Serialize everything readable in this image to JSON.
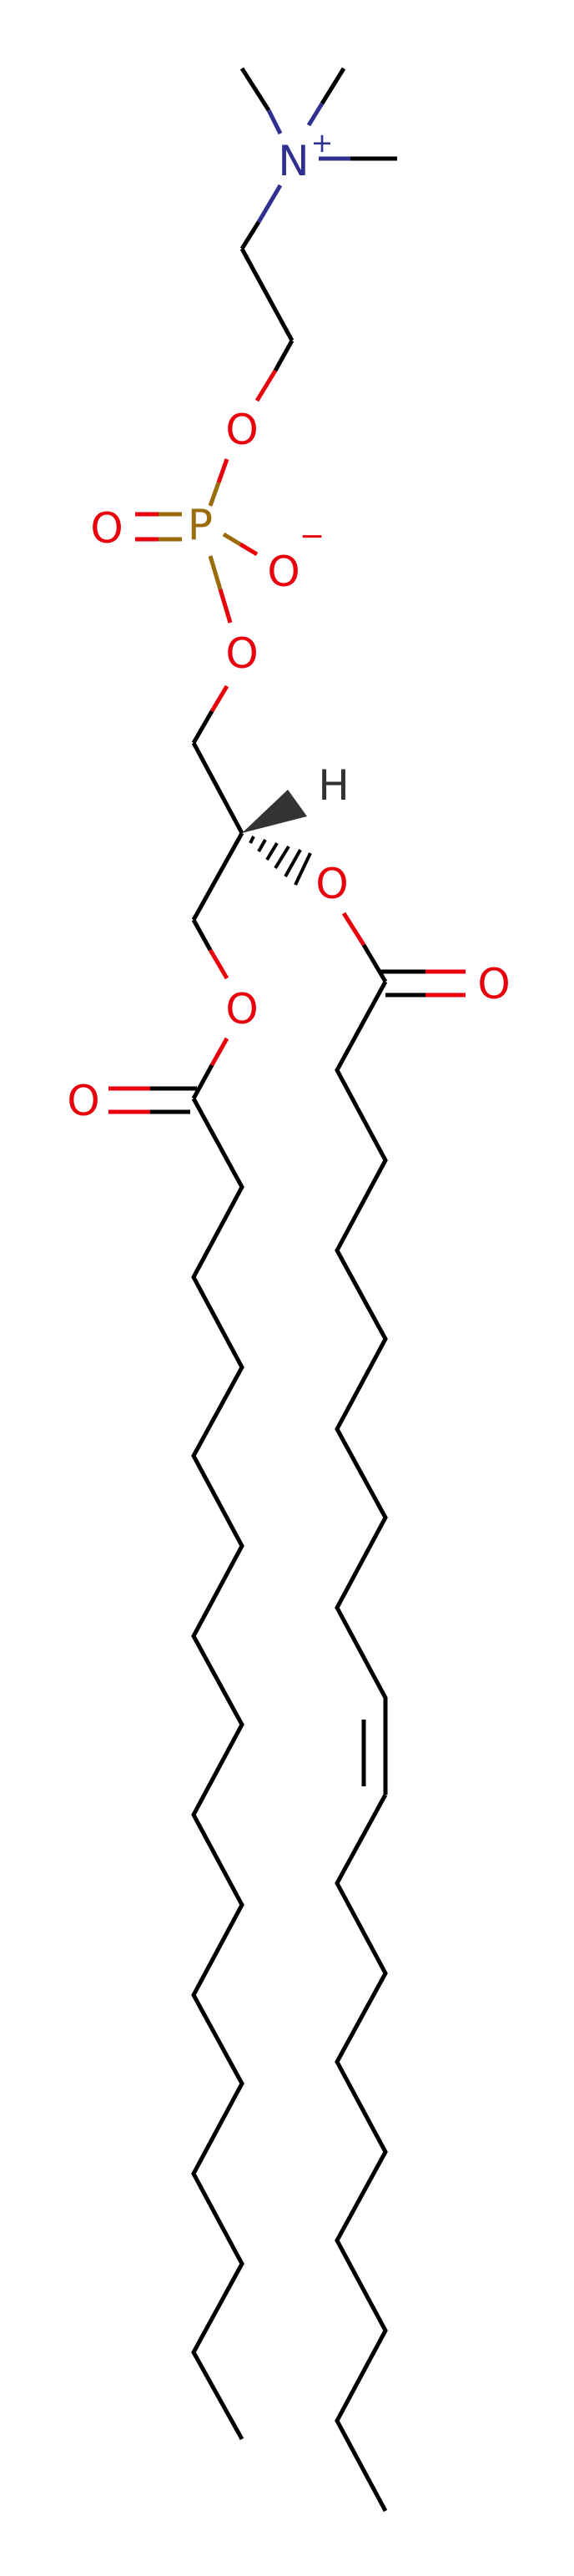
{
  "diagram": {
    "type": "skeletal-structure",
    "colors": {
      "carbon": "#000000",
      "oxygen": "#e8000b",
      "nitrogen": "#303090",
      "phosphorus": "#9a6b0a",
      "hydrogen": "#333333"
    },
    "labels": {
      "n": "N",
      "n_charge": "+",
      "p": "P",
      "p_o_double": "O",
      "o_minus": "O",
      "o_minus_charge": "−",
      "o_phos_top": "O",
      "o_phos_bottom": "O",
      "h": "H",
      "o_sn2": "O",
      "o_sn2_carbonyl": "O",
      "o_sn1": "O",
      "o_sn1_carbonyl": "O"
    }
  }
}
